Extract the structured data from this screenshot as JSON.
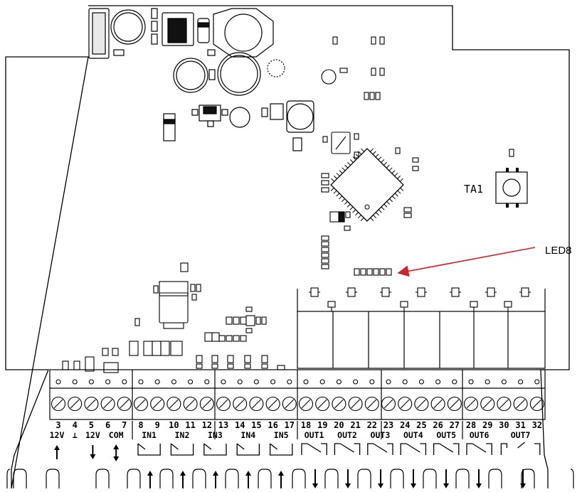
{
  "labels": {
    "ta1": "TA1",
    "led8": "LED8"
  },
  "terminal_numbers": [
    "3",
    "4",
    "5",
    "6",
    "7",
    "8",
    "9",
    "10",
    "11",
    "12",
    "13",
    "14",
    "15",
    "16",
    "17",
    "18",
    "19",
    "20",
    "21",
    "22",
    "23",
    "24",
    "25",
    "26",
    "27",
    "28",
    "29",
    "30",
    "31",
    "32"
  ],
  "terminal_groups": [
    {
      "id": "12v-left",
      "label": "12V"
    },
    {
      "id": "gnd",
      "label": "⊥"
    },
    {
      "id": "12v-right",
      "label": "12V"
    },
    {
      "id": "com",
      "label": "COM"
    },
    {
      "id": "in1",
      "label": "IN1"
    },
    {
      "id": "in2",
      "label": "IN2"
    },
    {
      "id": "in3",
      "label": "IN3"
    },
    {
      "id": "in4",
      "label": "IN4"
    },
    {
      "id": "in5",
      "label": "IN5"
    },
    {
      "id": "out1",
      "label": "OUT1"
    },
    {
      "id": "out2",
      "label": "OUT2"
    },
    {
      "id": "out3",
      "label": "OUT3"
    },
    {
      "id": "out4",
      "label": "OUT4"
    },
    {
      "id": "out5",
      "label": "OUT5"
    },
    {
      "id": "out6",
      "label": "OUT6"
    },
    {
      "id": "out7",
      "label": "OUT7"
    }
  ],
  "colors": {
    "annotation_arrow": "#d0202a",
    "line": "#000000",
    "board_fill": "#ffffff"
  }
}
